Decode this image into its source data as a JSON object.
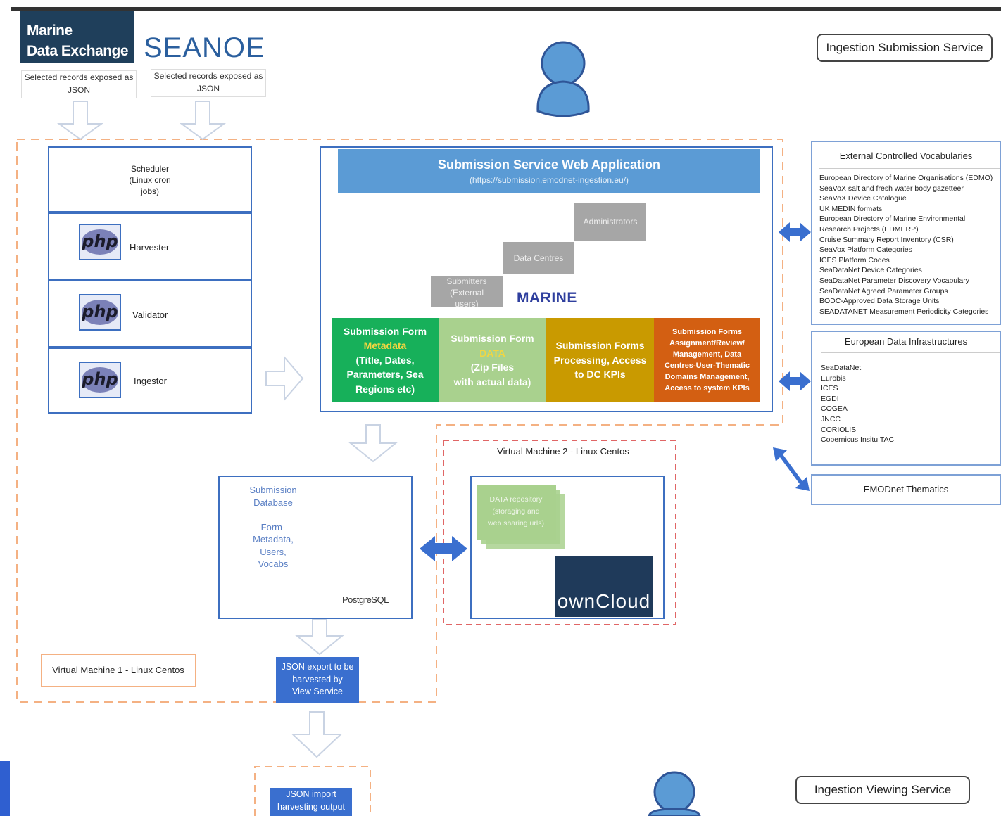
{
  "logos": {
    "mde_line1": "Marine",
    "mde_line2": "Data Exchange",
    "seanoe": "SEANOE"
  },
  "sources": [
    {
      "label": "Selected records exposed as JSON"
    },
    {
      "label": "Selected records exposed as JSON"
    }
  ],
  "services": {
    "submission": "Ingestion Submission Service",
    "viewing": "Ingestion Viewing Service"
  },
  "vm1": {
    "scheduler": "Scheduler (Linux cron jobs)",
    "php_glyph": "php",
    "harvester": "Harvester",
    "validator": "Validator",
    "ingestor": "Ingestor",
    "label": "Virtual Machine 1 - Linux Centos"
  },
  "webapp": {
    "title": "Submission Service Web Application",
    "url": "(https://submission.emodnet-ingestion.eu/)",
    "roles": {
      "administrators": "Administrators",
      "data_centres": "Data Centres",
      "submitters": "Submitters (External users)"
    },
    "marine_logo": "MARINE",
    "forms": [
      {
        "lines": [
          "Submission Form",
          "Metadata",
          "(Title, Dates, Parameters, Sea Regions etc)"
        ],
        "color": "#17b05a"
      },
      {
        "lines": [
          "Submission Form",
          "DATA",
          "(Zip Files",
          "with actual data)"
        ],
        "color": "#a9d18e"
      },
      {
        "lines": [
          "Submission Forms Processing, Access to DC KPIs"
        ],
        "color": "#c99a00"
      },
      {
        "lines": [
          "Submission Forms Assignment/Review/ Management, Data Centres-User-Thematic Domains Management, Access to system KPIs"
        ],
        "color": "#d35f12"
      }
    ]
  },
  "external_vocab": {
    "title": "External Controlled Vocabularies",
    "items": [
      "European Directory of Marine Organisations (EDMO)",
      "SeaVoX salt and fresh water body gazetteer",
      "SeaVoX Device Catalogue",
      "UK MEDIN formats",
      "European Directory of Marine Environmental",
      "Research Projects (EDMERP)",
      "Cruise Summary Report Inventory (CSR)",
      "SeaVox Platform Categories",
      "ICES Platform Codes",
      "SeaDataNet Device Categories",
      "SeaDataNet Parameter Discovery Vocabulary",
      "SeaDataNet Agreed Parameter Groups",
      "BODC-Approved Data Storage Units",
      "SEADATANET Measurement Periodicity Categories"
    ]
  },
  "european_infra": {
    "title": "European Data Infrastructures",
    "items": [
      "SeaDataNet",
      "Eurobis",
      "ICES",
      "EGDI",
      "COGEA",
      "JNCC",
      "CORIOLIS",
      "Copernicus Insitu TAC"
    ]
  },
  "thematics": {
    "title": "EMODnet Thematics"
  },
  "database": {
    "lines": [
      "Submission",
      "Database",
      "",
      "Form-",
      "Metadata,",
      "Users,",
      "Vocabs"
    ],
    "postgres": "PostgreSQL"
  },
  "vm2": {
    "title": "Virtual Machine 2 - Linux Centos",
    "repo_lines": [
      "DATA repository",
      "(storaging and",
      "web sharing urls)"
    ],
    "owncloud": "ownCloud"
  },
  "json_export": {
    "lines": [
      "JSON export to be",
      "harvested by",
      "View Service"
    ]
  },
  "json_import": {
    "lines": [
      "JSON import",
      "harvesting output"
    ]
  },
  "colors": {
    "dash_orange": "#f4b183",
    "dash_red": "#e06666",
    "arrow_blue": "#3a6fcf",
    "php_purple": "#7b81b8"
  }
}
